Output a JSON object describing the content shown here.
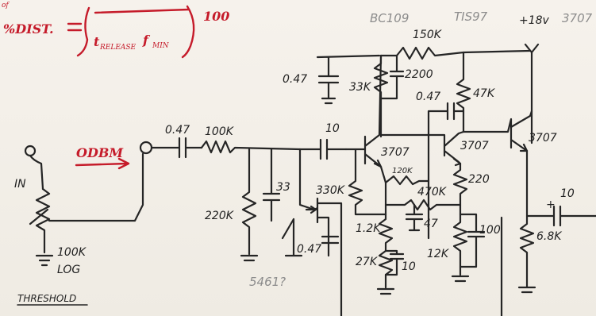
{
  "formula": {
    "lhs": "%DIST.",
    "sup": "of",
    "denom_a": "t",
    "denom_a_sub": "RELEASE",
    "denom_b": "f",
    "denom_b_sub": "MIN",
    "factor": "100"
  },
  "transistors": {
    "pencil_a": "BC109",
    "pencil_b": "TIS97",
    "q1": "3707",
    "q2": "3707",
    "q3": "3707",
    "q3_top": "3707"
  },
  "supply": "+18v",
  "input": {
    "label": "IN",
    "level": "ODBM"
  },
  "pot": {
    "value": "100K",
    "taper": "LOG",
    "name": "THRESHOLD"
  },
  "components": {
    "c_in": "0.47",
    "r_in": "100K",
    "r_gnd": "220K",
    "c_gnd": "33",
    "c_coupling": "10",
    "c_top": "0.47",
    "r_top_left": "33K",
    "c_top_small": "2200",
    "r_feedback": "150K",
    "r_right_top": "47K",
    "c_mid": "0.47",
    "r_bias": "330K",
    "r_emitter_fb": "120K",
    "r_220": "220",
    "r_470": "470K",
    "c_47": "47",
    "r_12k_left": "1.2K",
    "r_27k": "27K",
    "c_10_lower": "10",
    "r_12k_right": "12K",
    "c_100": "100",
    "fet_cap": "0.47",
    "fet_note": "5461?",
    "out_cap": "10",
    "out_plus": "+",
    "r_out": "6.8K"
  }
}
